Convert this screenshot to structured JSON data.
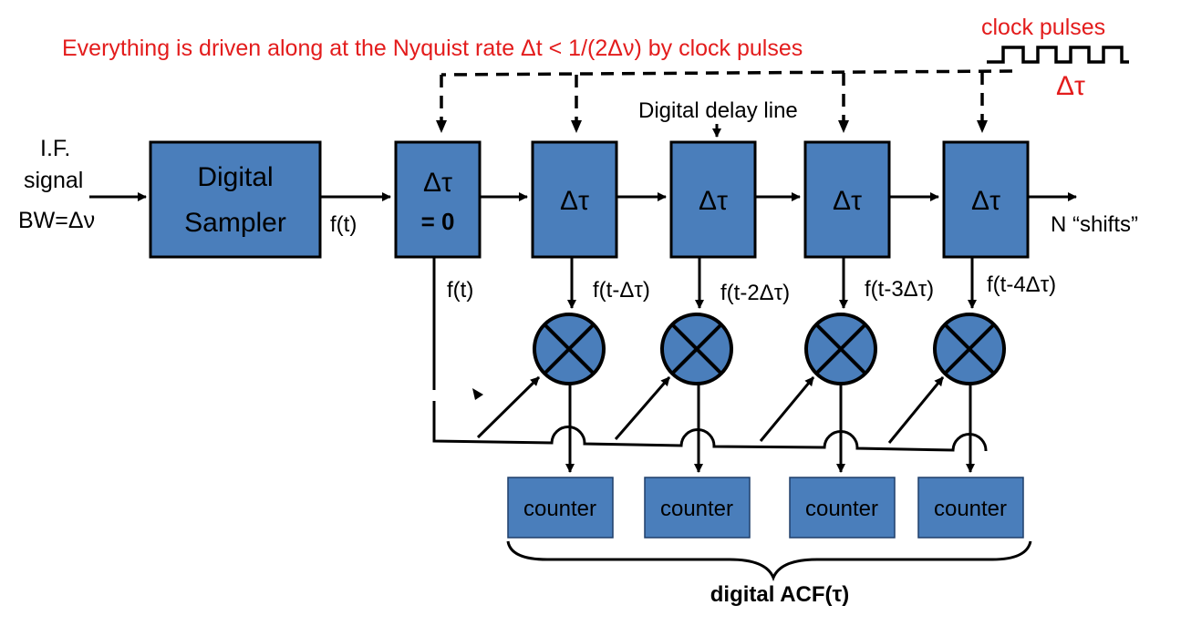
{
  "header": {
    "title": "Everything is driven along at the Nyquist rate Δt  < 1/(2Δν) by clock pulses",
    "clock_label": "clock pulses",
    "clock_delta": "Δτ",
    "delay_line_label": "Digital delay line"
  },
  "input": {
    "line1": "I.F.",
    "line2": "signal",
    "line3": "BW=Δν"
  },
  "sampler": {
    "line1": "Digital",
    "line2": "Sampler",
    "output_label": "f(t)"
  },
  "delays": {
    "first_line1": "Δτ",
    "first_line2": "= 0",
    "stage_label": "Δτ",
    "output_label": "N “shifts”"
  },
  "taps": [
    "f(t)",
    "f(t-Δτ)",
    "f(t-2Δτ)",
    "f(t-3Δτ)",
    "f(t-4Δτ)"
  ],
  "counters": [
    "counter",
    "counter",
    "counter",
    "counter"
  ],
  "result_label": "digital ACF(τ)"
}
